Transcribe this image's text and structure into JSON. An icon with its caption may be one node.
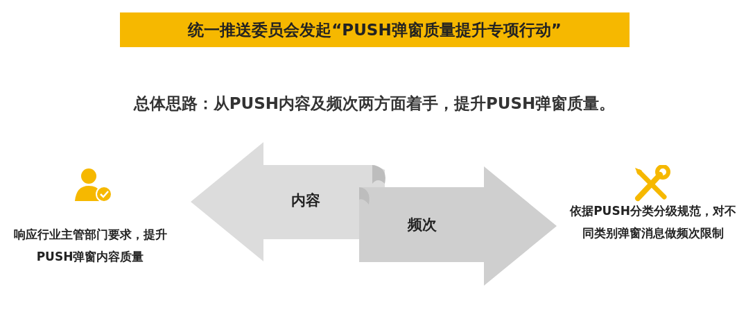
{
  "diagram": {
    "title": "统一推送委员会发起“PUSH弹窗质量提升专项行动”",
    "nodes": [
      {
        "text": [
          "响应行业主管部门要求，提升PUSH弹窗内容质量"
        ]
      },
      {
        "text": [
          "内容"
        ]
      },
      {
        "text": [
          "频次"
        ]
      },
      {
        "text": [
          "依据PUSH分类分级规范，对不同类别弹窗消息做频次限制"
        ]
      }
    ],
    "labels": [
      "总体思路：从PUSH内容及频次两方面着手，提升PUSH弹窗质量。"
    ]
  }
}
